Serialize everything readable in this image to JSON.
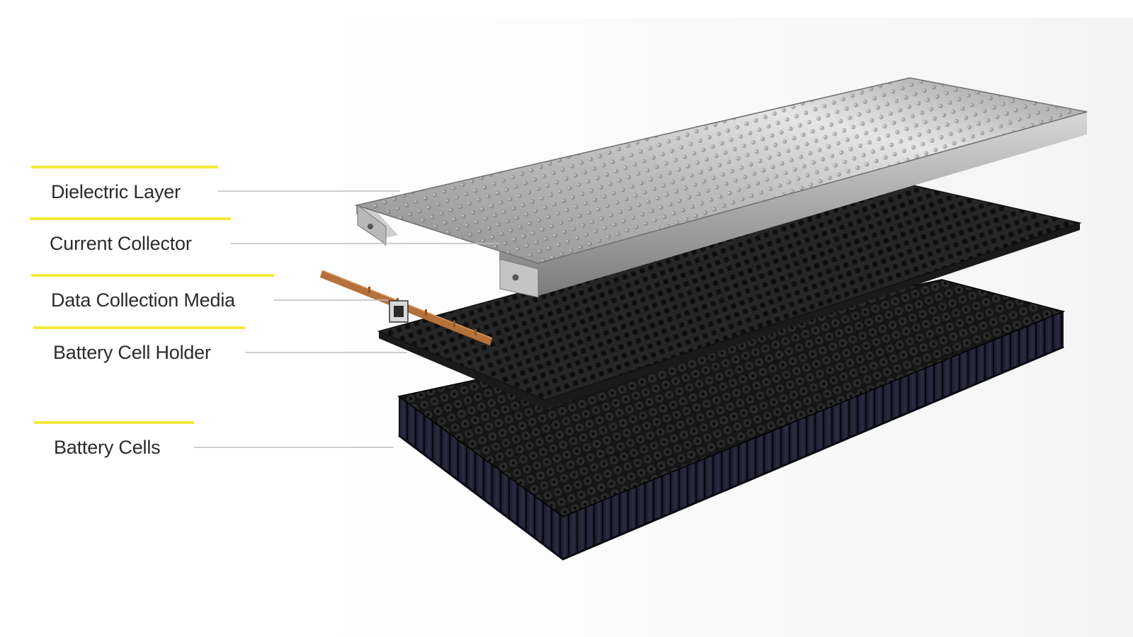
{
  "colors": {
    "accent": "#f2ea3a",
    "leader_line": "#bdbdbd",
    "label_text": "#2b2b2b",
    "plate_metal": "#c9c9c9",
    "holder_dark": "#222222",
    "cells_dark": "#111118",
    "copper": "#b5713a"
  },
  "diagram": {
    "labels": [
      {
        "id": "dielectric",
        "text": "Dielectric Layer"
      },
      {
        "id": "collector",
        "text": "Current Collector"
      },
      {
        "id": "data_media",
        "text": "Data Collection Media"
      },
      {
        "id": "holder",
        "text": "Battery Cell Holder"
      },
      {
        "id": "cells",
        "text": "Battery Cells"
      }
    ]
  }
}
